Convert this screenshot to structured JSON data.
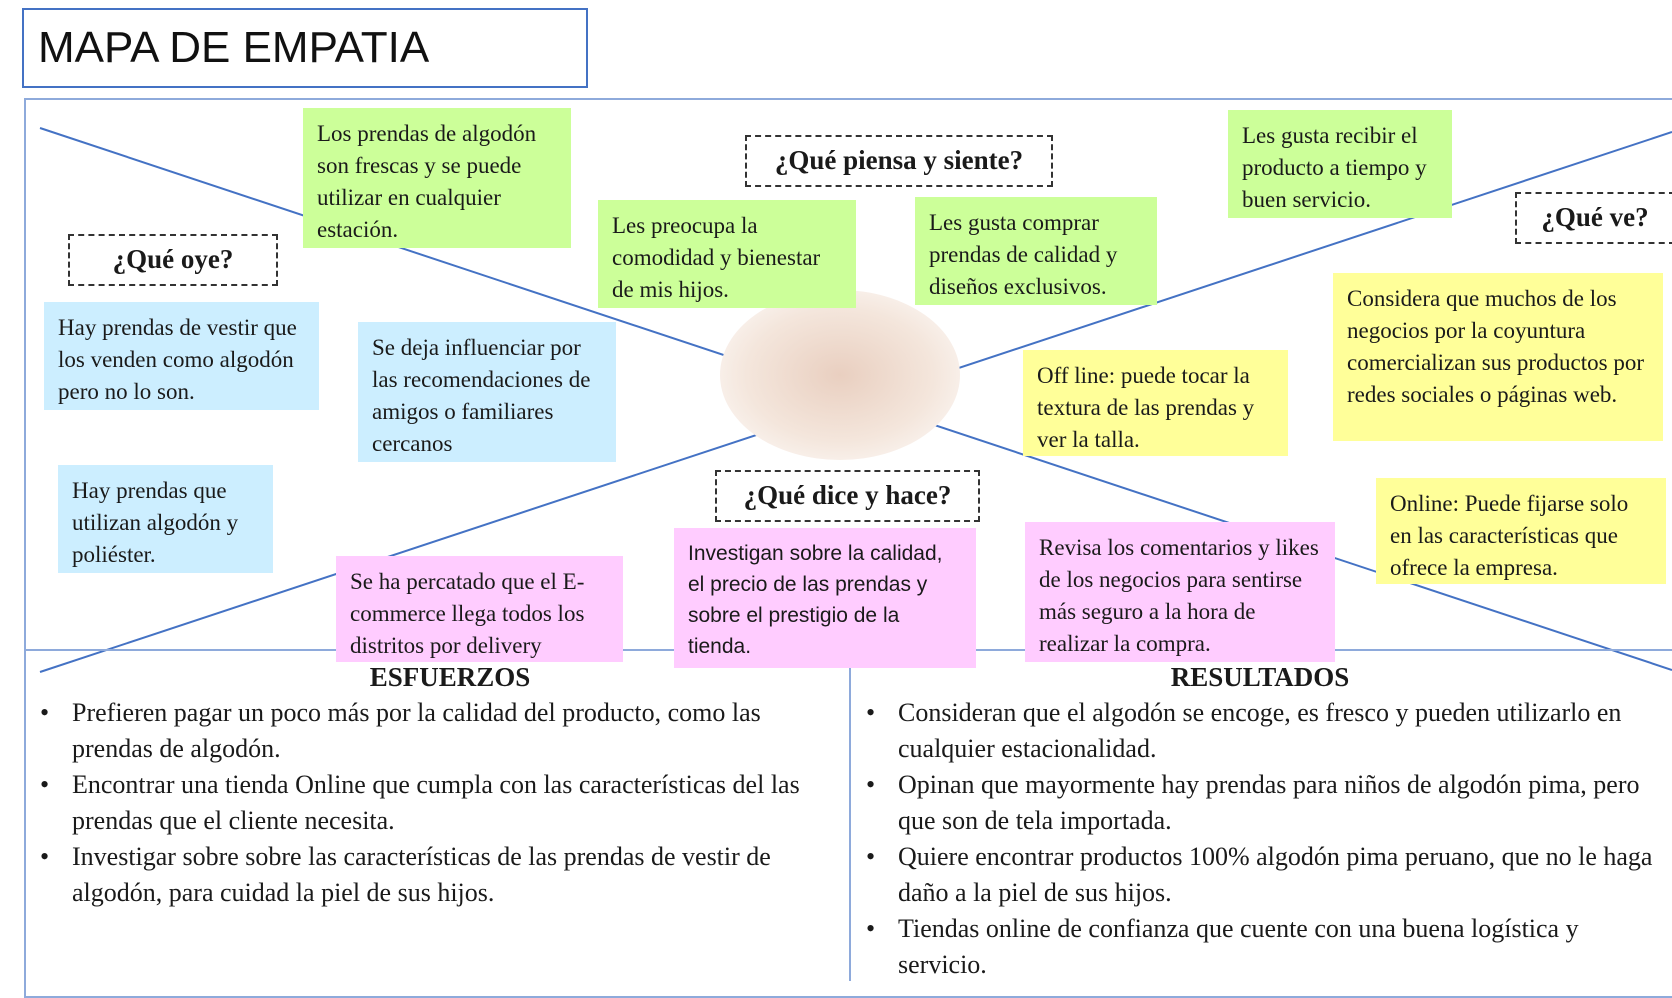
{
  "title": "MAPA DE EMPATIA",
  "headings": {
    "piensa": "¿Qué piensa y siente?",
    "oye": "¿Qué oye?",
    "ve": "¿Qué ve?",
    "dice": "¿Qué dice y hace?"
  },
  "notes": {
    "green1": "Los prendas de algodón son frescas y se puede utilizar en cualquier estación.",
    "green2": "Les preocupa la comodidad y bienestar de mis hijos.",
    "green3": "Les gusta comprar prendas de calidad y diseños exclusivos.",
    "green4": "Les gusta recibir el producto a tiempo y buen servicio.",
    "blue1": "Hay prendas de vestir que los venden como algodón pero no lo son.",
    "blue2": "Se deja influenciar por las recomendaciones de amigos o familiares cercanos",
    "blue3": "Hay prendas que utilizan algodón y poliéster.",
    "yellow1": "Considera que muchos de los negocios por la coyuntura comercializan sus productos por redes sociales o páginas web.",
    "yellow2": "Off line: puede tocar la textura de las prendas y ver la talla.",
    "yellow3": "Online: Puede fijarse solo en las características que ofrece la empresa.",
    "pink1": "Se ha percatado que el E-commerce llega todos los distritos por delivery",
    "pink2": "Investigan sobre la calidad, el precio de las prendas  y sobre el prestigio de la tienda.",
    "pink3": "Revisa los comentarios y likes de los negocios para sentirse más seguro a la hora de realizar la compra."
  },
  "esfuerzos": {
    "title": "ESFUERZOS",
    "items": [
      "Prefieren pagar un poco más por la calidad del producto, como las prendas de algodón.",
      "Encontrar una tienda Online que cumpla con las características del las prendas que el cliente necesita.",
      "Investigar sobre sobre las características de las prendas de vestir de algodón, para cuidad la piel de sus hijos."
    ]
  },
  "resultados": {
    "title": "RESULTADOS",
    "items": [
      "Consideran que el algodón se encoge, es fresco y pueden utilizarlo en cualquier estacionalidad.",
      "Opinan que mayormente hay prendas para niños de algodón pima, pero que son de tela importada.",
      "Quiere encontrar productos 100% algodón pima peruano, que no le haga daño a la piel de sus hijos.",
      " Tiendas online de confianza que cuente con una buena logística y servicio."
    ]
  },
  "colors": {
    "green": "#ccff99",
    "blue": "#cceeff",
    "yellow": "#ffff99",
    "pink": "#ffccff",
    "lines": "#4472c4"
  }
}
